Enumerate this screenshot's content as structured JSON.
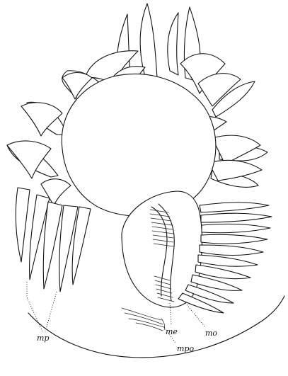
{
  "labels": {
    "mp": "mp",
    "me": "me",
    "mo": "mo",
    "mpo": "mpo"
  }
}
